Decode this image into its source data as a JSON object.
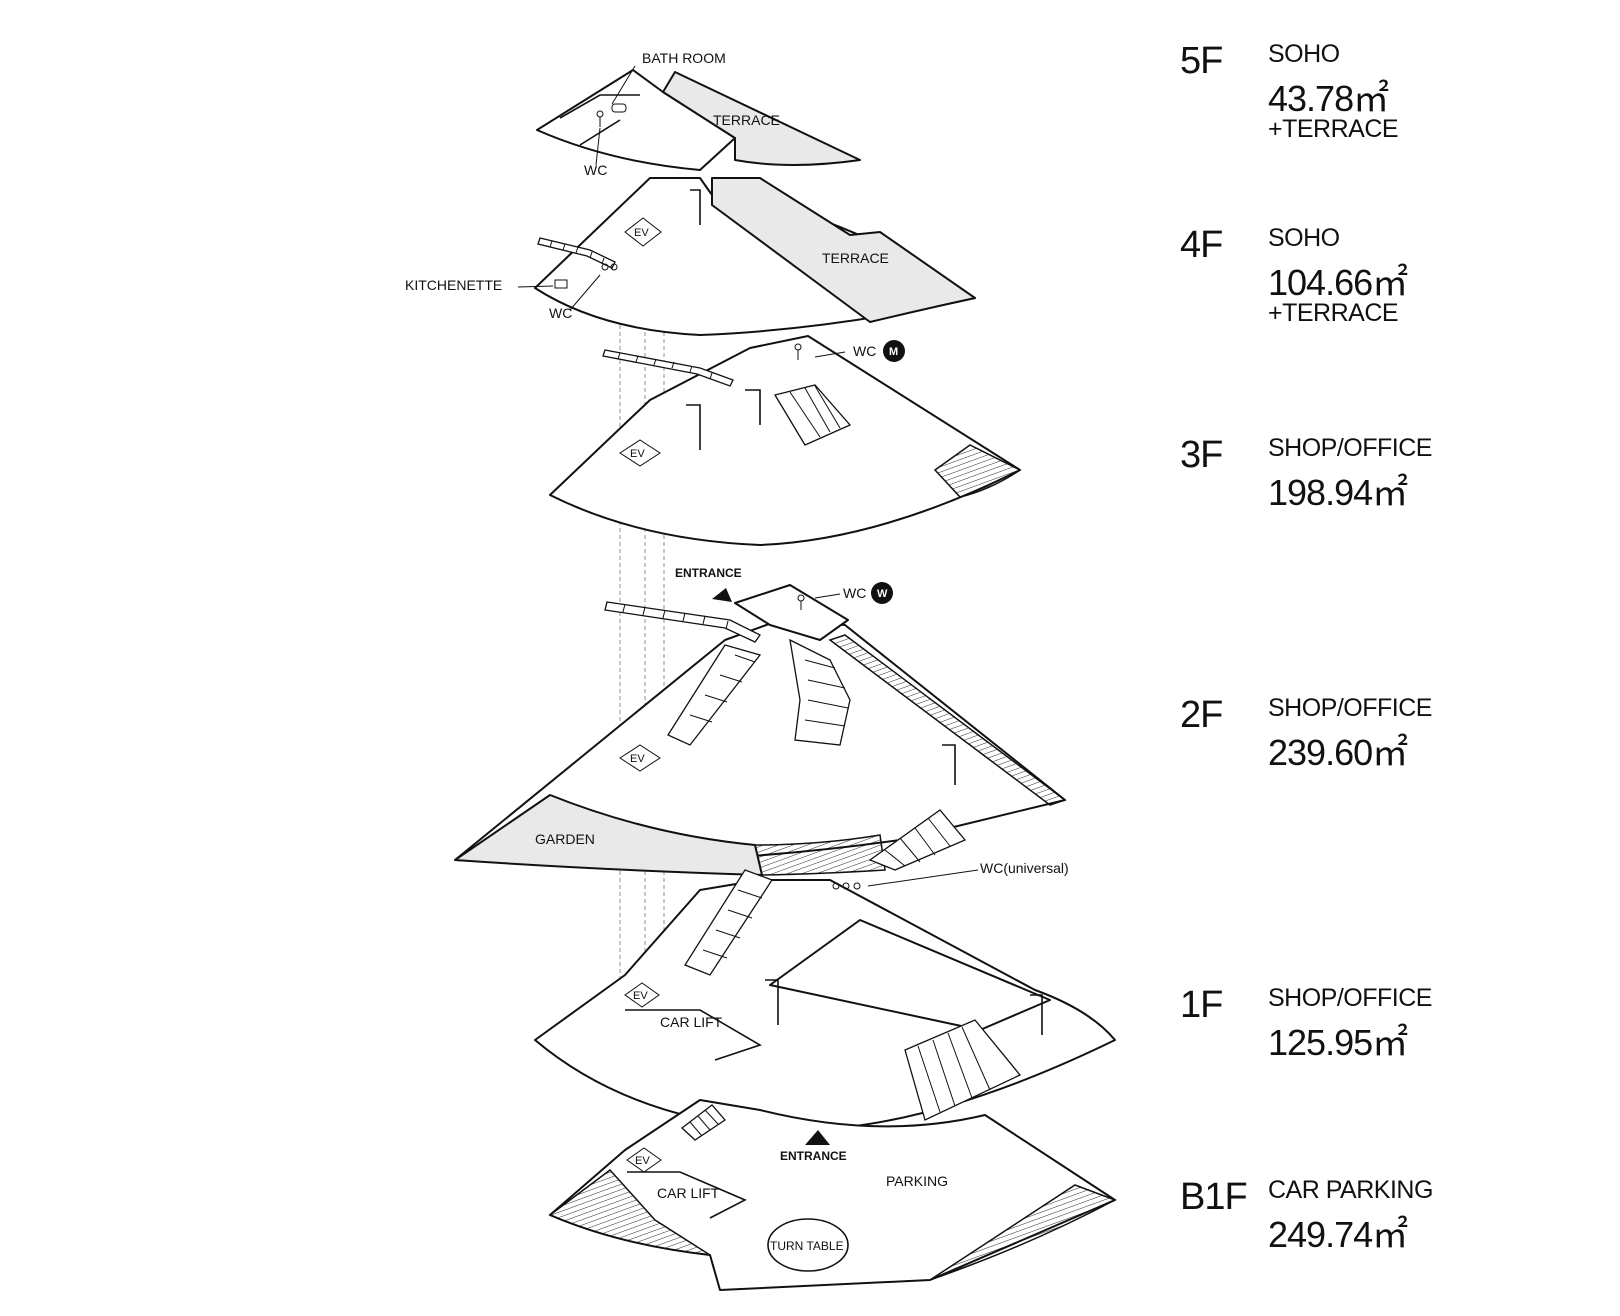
{
  "floors": [
    {
      "level": "5F",
      "use": "SOHO",
      "area": "43.78㎡",
      "extra": "+TERRACE"
    },
    {
      "level": "4F",
      "use": "SOHO",
      "area": "104.66㎡",
      "extra": "+TERRACE"
    },
    {
      "level": "3F",
      "use": "SHOP/OFFICE",
      "area": "198.94㎡",
      "extra": ""
    },
    {
      "level": "2F",
      "use": "SHOP/OFFICE",
      "area": "239.60㎡",
      "extra": ""
    },
    {
      "level": "1F",
      "use": "SHOP/OFFICE",
      "area": "125.95㎡",
      "extra": ""
    },
    {
      "level": "B1F",
      "use": "CAR PARKING",
      "area": "249.74㎡",
      "extra": ""
    }
  ],
  "labels": {
    "bath_room": "BATH ROOM",
    "terrace_5f": "TERRACE",
    "wc_5f": "WC",
    "terrace_4f": "TERRACE",
    "kitchenette": "KITCHENETTE",
    "wc_4f": "WC",
    "ev": "EV",
    "wc_3f": "WC",
    "badge_men": "M",
    "entrance_2f": "ENTRANCE",
    "wc_2f": "WC",
    "badge_women": "W",
    "garden": "GARDEN",
    "wc_universal": "WC(universal)",
    "car_lift_1f": "CAR LIFT",
    "entrance_b1": "ENTRANCE",
    "parking": "PARKING",
    "car_lift_b1": "CAR LIFT",
    "turn_table": "TURN TABLE"
  },
  "colors": {
    "line": "#111111",
    "terrace_fill": "#e9e9e9",
    "background": "#ffffff"
  }
}
